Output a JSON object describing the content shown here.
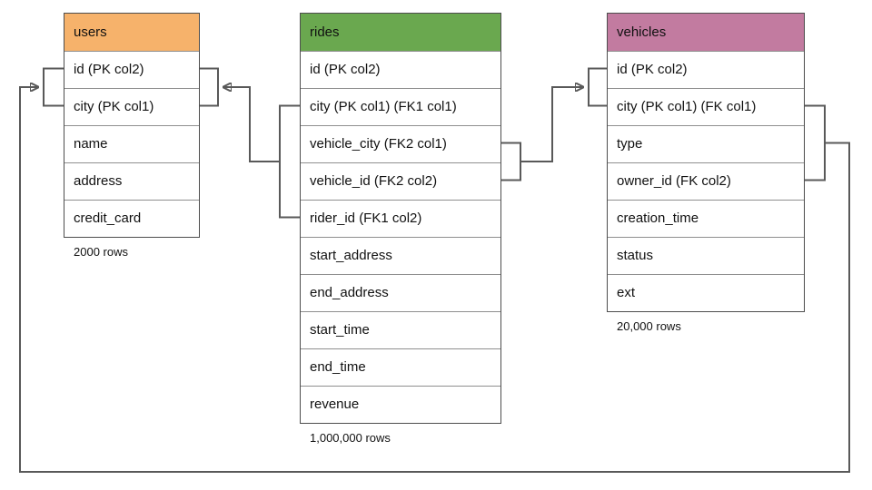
{
  "diagram": {
    "connector_color": "#595959",
    "tables": [
      {
        "name": "users",
        "header_color": "#f6b26b",
        "rows": [
          "id (PK col2)",
          "city (PK col1)",
          "name",
          "address",
          "credit_card"
        ],
        "row_count_label": "2000 rows"
      },
      {
        "name": "rides",
        "header_color": "#6aa84f",
        "rows": [
          "id (PK col2)",
          "city (PK col1) (FK1 col1)",
          "vehicle_city (FK2 col1)",
          "vehicle_id (FK2 col2)",
          "rider_id (FK1 col2)",
          "start_address",
          "end_address",
          "start_time",
          "end_time",
          "revenue"
        ],
        "row_count_label": "1,000,000 rows"
      },
      {
        "name": "vehicles",
        "header_color": "#c27ba0",
        "rows": [
          "id (PK col2)",
          "city (PK col1) (FK col1)",
          "type",
          "owner_id (FK col2)",
          "creation_time",
          "status",
          "ext"
        ],
        "row_count_label": "20,000 rows"
      }
    ],
    "connectors": [
      {
        "from": "rides (city, rider_id)",
        "to": "users (id, city)"
      },
      {
        "from": "rides (vehicle_city, vehicle_id)",
        "to": "vehicles (id, city)"
      },
      {
        "from": "vehicles (city, owner_id)",
        "to": "users (id, city)"
      }
    ]
  }
}
